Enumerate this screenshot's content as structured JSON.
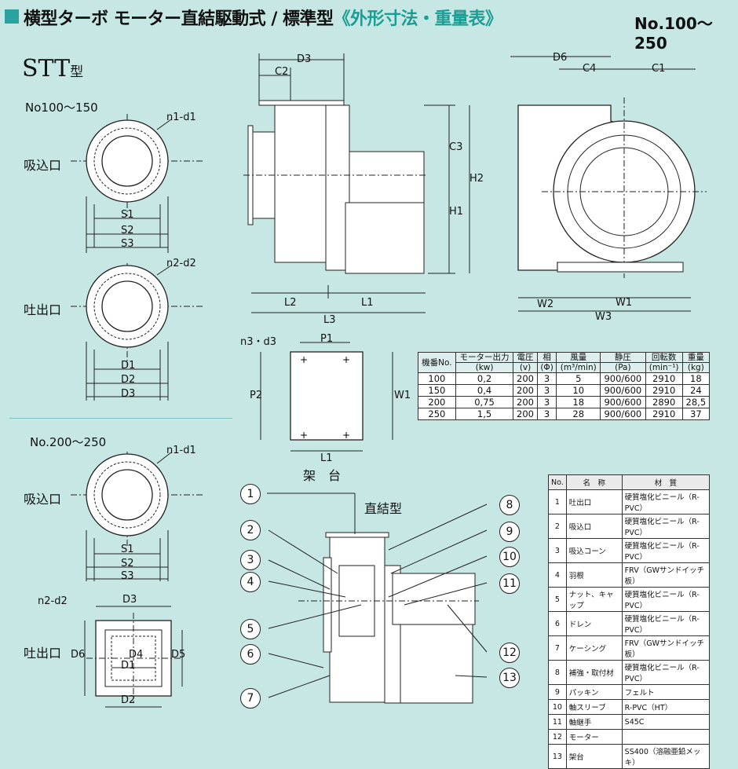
{
  "header": {
    "title_pre": "横型ターボ モーター直結駆動式 / 標準型",
    "title_hl": "《外形寸法・重量表》",
    "range": "No.100〜250"
  },
  "stt": {
    "text": "STT",
    "suffix": "型"
  },
  "flange": {
    "g1_title": "No100〜150",
    "g2_title": "No.200〜250",
    "suction": "吸込口",
    "discharge": "吐出口",
    "n1d1": "n1-d1",
    "n2d2": "n2-d2",
    "n3d3": "n3・d3",
    "S1": "S1",
    "S2": "S2",
    "S3": "S3",
    "D1": "D1",
    "D2": "D2",
    "D3": "D3",
    "D4": "D4",
    "D5": "D5",
    "D6": "D6"
  },
  "side": {
    "D3": "D3",
    "C2": "C2",
    "C3": "C3",
    "H1": "H1",
    "H2": "H2",
    "L1": "L1",
    "L2": "L2",
    "L3": "L3"
  },
  "front": {
    "D6": "D6",
    "C4": "C4",
    "C1": "C1",
    "W1": "W1",
    "W2": "W2",
    "W3": "W3"
  },
  "base": {
    "P1": "P1",
    "P2": "P2",
    "W1": "W1",
    "L1": "L1",
    "caption": "架　台"
  },
  "spec_table": {
    "headers": [
      "機番No.",
      "モーター出力",
      "電圧",
      "相",
      "風量",
      "静圧",
      "回転数",
      "重量"
    ],
    "units": [
      "(kw)",
      "(v)",
      "(Φ)",
      "(m³/min)",
      "(Pa)",
      "(min⁻¹)",
      "(kg)"
    ],
    "rows": [
      [
        "100",
        "0,2",
        "200",
        "3",
        "5",
        "900/600",
        "2910",
        "18"
      ],
      [
        "150",
        "0,4",
        "200",
        "3",
        "10",
        "900/600",
        "2910",
        "24"
      ],
      [
        "200",
        "0,75",
        "200",
        "3",
        "18",
        "900/600",
        "2890",
        "28,5"
      ],
      [
        "250",
        "1,5",
        "200",
        "3",
        "28",
        "900/600",
        "2910",
        "37"
      ]
    ]
  },
  "parts": {
    "title": "直結型",
    "callouts": [
      "1",
      "2",
      "3",
      "4",
      "5",
      "6",
      "7",
      "8",
      "9",
      "10",
      "11",
      "12",
      "13"
    ],
    "headers": [
      "No.",
      "名　称",
      "材　質"
    ],
    "rows": [
      [
        "1",
        "吐出口",
        "硬質塩化ビニール（R-PVC）"
      ],
      [
        "2",
        "吸込口",
        "硬質塩化ビニール（R-PVC）"
      ],
      [
        "3",
        "吸込コーン",
        "硬質塩化ビニール（R-PVC）"
      ],
      [
        "4",
        "羽根",
        "FRV（GWサンドイッチ板）"
      ],
      [
        "5",
        "ナット、キャップ",
        "硬質塩化ビニール（R-PVC）"
      ],
      [
        "6",
        "ドレン",
        "硬質塩化ビニール（R-PVC）"
      ],
      [
        "7",
        "ケーシング",
        "FRV（GWサンドイッチ板）"
      ],
      [
        "8",
        "補強・取付材",
        "硬質塩化ビニール（R-PVC）"
      ],
      [
        "9",
        "パッキン",
        "フェルト"
      ],
      [
        "10",
        "軸スリーブ",
        "R-PVC（HT）"
      ],
      [
        "11",
        "軸継手",
        "S45C"
      ],
      [
        "12",
        "モーター",
        ""
      ],
      [
        "13",
        "架台",
        "SS400（溶融亜鉛メッキ）"
      ]
    ]
  }
}
